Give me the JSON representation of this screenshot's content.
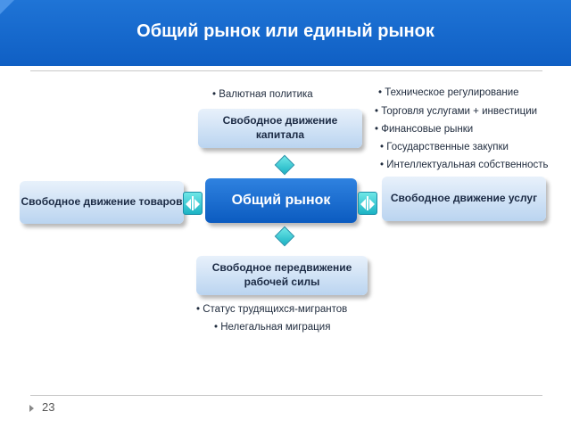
{
  "title": "Общий рынок или единый рынок",
  "page_number": "23",
  "nodes": {
    "center": "Общий рынок",
    "capital": "Свободное движение капитала",
    "goods": "Свободное движение товаров",
    "services": "Свободное движение услуг",
    "labor": "Свободное передвижение рабочей силы"
  },
  "bullets": {
    "capital": [
      "Валютная политика"
    ],
    "services": [
      "Техническое регулирование",
      "Торговля услугами + инвестиции",
      "Финансовые рынки",
      "Государственные закупки",
      "Интеллектуальная собственность"
    ],
    "labor": [
      "Статус трудящихся-мигрантов",
      "Нелегальная миграция"
    ]
  },
  "colors": {
    "header": "#0f5fc4",
    "center_box": "#0b5bc0",
    "side_box": "#bad4f0",
    "connector": "#1bb3c4"
  }
}
